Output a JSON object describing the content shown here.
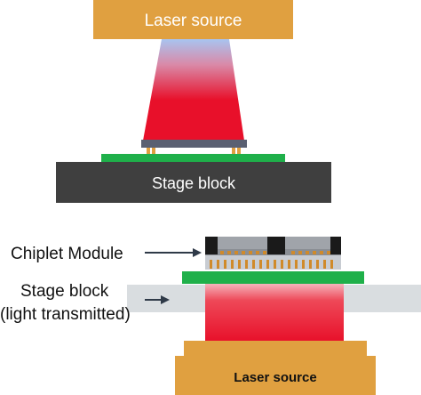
{
  "top": {
    "laser_label": "Laser source",
    "stage_label": "Stage block"
  },
  "bottom": {
    "chiplet_label": "Chiplet Module",
    "stage_label_line1": "Stage block",
    "stage_label_line2": "(light transmitted)",
    "laser_label": "Laser source"
  },
  "colors": {
    "laser_orange": "#e0a040",
    "beam_red": "#e8102a",
    "beam_blue": "#a8c4f0",
    "stage_dark": "#3f3f3f",
    "substrate_green": "#1fb04a",
    "stage_transparent": "#d9dde0",
    "chip_dark": "#1a1a1a",
    "chip_grey": "#a0a4aa",
    "bump_orange": "#d08a2a"
  }
}
